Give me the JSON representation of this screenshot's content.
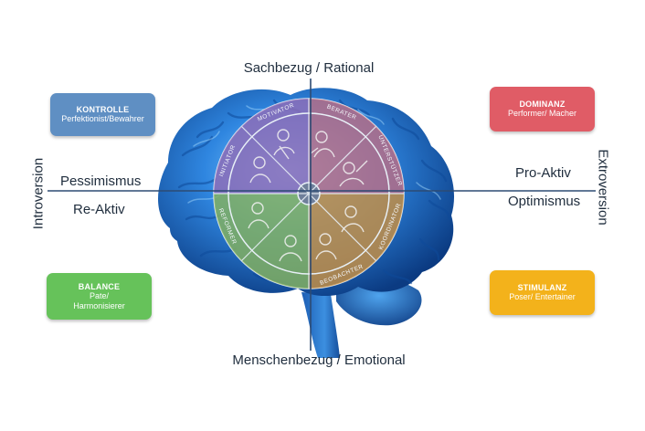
{
  "axes": {
    "top": "Sachbezug / Rational",
    "bottom": "Menschenbezug / Emotional",
    "left": "Introversion",
    "right": "Extroversion"
  },
  "quadrant_labels": {
    "pessimismus": "Pessimismus",
    "re_aktiv": "Re-Aktiv",
    "pro_aktiv": "Pro-Aktiv",
    "optimismus": "Optimismus"
  },
  "boxes": {
    "kontrolle": {
      "title": "KONTROLLE",
      "subtitle": "Perfektionist/Bewahrer",
      "color": "#5f8fc3"
    },
    "dominanz": {
      "title": "DOMINANZ",
      "subtitle": "Performer/ Macher",
      "color": "#e05c66"
    },
    "balance": {
      "title": "BALANCE",
      "line2": "Pate/",
      "line3": "Harmonisierer",
      "color": "#66c25a"
    },
    "stimulanz": {
      "title": "STIMULANZ",
      "subtitle": "Poser/ Entertainer",
      "color": "#f3b21b"
    }
  },
  "wheel_segments": [
    "REFORMER",
    "INITIATOR",
    "MOTIVATOR",
    "BERATER",
    "UNTERSTÜTZER",
    "KOORDINATOR",
    "BEOBACHTER"
  ],
  "colors": {
    "brain": "#2f7fd8",
    "brain_dark": "#0d3f86",
    "quad_purple": "#9b6bb5",
    "quad_red": "#cc6b7b",
    "quad_green": "#8fb84f",
    "quad_orange": "#d9902f",
    "axis_line": "#2d4b73"
  }
}
